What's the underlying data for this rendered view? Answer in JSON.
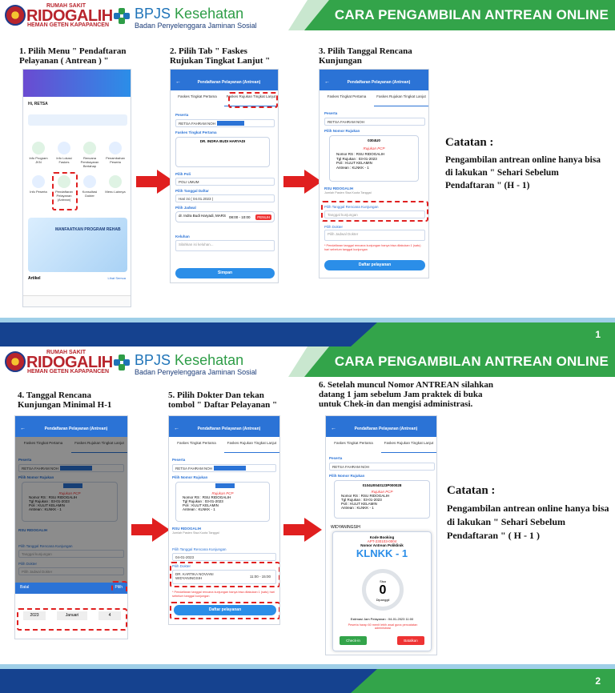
{
  "header": {
    "rs_small": "RUMAH SAKIT",
    "rs_name": "RIDOGALIH",
    "rs_motto": "HEMAN GETEN KAPAPANCEN",
    "bpjs_name_1": "BPJS",
    "bpjs_name_2": "Kesehatan",
    "bpjs_sub": "Badan Penyelenggara Jaminan Sosial",
    "title": "CARA PENGAMBILAN ANTREAN ONLINE"
  },
  "slide1": {
    "page": "1",
    "step1": "1. Pilih Menu \" Pendaftaran Pelayanan ( Antrean ) \"",
    "step2": "2. Pilih Tab \" Faskes Rujukan Tingkat Lanjut \"",
    "step3": "3. Pilih Tanggal Rencana Kunjungan",
    "catatan_title": "Catatan :",
    "catatan_text": "Pengambilan antrean online hanya bisa di lakukan \" Sehari Sebelum Pendaftaran \" (H - 1)"
  },
  "slide2": {
    "page": "2",
    "step4": "4. Tanggal Rencana Kunjungan Minimal H-1",
    "step5": "5. Pilih Dokter Dan tekan tombol \" Daftar Pelayanan \"",
    "step6": "6. Setelah muncul Nomor ANTREAN silahkan datang 1 jam sebelum Jam praktek di buka untuk Chek-in dan mengisi administrasi.",
    "catatan_title": "Catatan :",
    "catatan_text": "Pengambilan antrean online hanya bisa di lakukan \" Sehari Sebelum Pendaftaran \" ( H - 1 )"
  },
  "phone_common": {
    "screen_title": "Pendaftaran Pelayanan (Antrean)",
    "tab_left": "Faskes Tingkat Pertama",
    "tab_right": "Faskes Rujukan Tingkat Lanjut",
    "label_peserta": "Peserta",
    "peserta_value": "RETSA FAHRAM NOH",
    "label_faskes1": "Faskes Tingkat Pertama",
    "doctor_fktp": "DR. INDRA BUDI HARYADI",
    "label_poli": "Pilih Poli",
    "poli_value": "POLI UMUM",
    "label_tgl_daftar": "Pilih Tanggal Daftar",
    "tgl_daftar_value": "Hari ini ( 04.01.2023 )",
    "label_jadwal": "Pilih Jadwal",
    "jadwal_doctor": "dr. Indra Budi Haryadi, MARS",
    "jadwal_time": "08:00 - 10:00",
    "jadwal_badge": "PENUH",
    "label_keluhan": "Keluhan",
    "keluhan_placeholder": "Silahkan isi keluhan...",
    "btn_simpan": "Simpan",
    "label_nomor_rujukan": "Pilih Nomor Rujukan",
    "rujukan_code": "0304U0",
    "rujukan_label": "Rujukan PCP",
    "rujukan_rows": [
      "Nomor RS : RSU RIDOGALIH",
      "Tgl Rujukan : 03-01-2023",
      "Poli : KULIT KELAMIN",
      "Antrean : KLNKK - 1"
    ],
    "label_rsu": "RSU RIDOGALIH",
    "rsu_sub": "Jumlah Pasien    Sisa Kuota    Tanggal",
    "label_tgl_rencana": "Pilih Tanggal Rencana Kunjungan",
    "tgl_rencana_placeholder": "Tanggal kunjungan",
    "tgl_rencana_value": "04-01-2023",
    "label_dokter": "Pilih Dokter",
    "dokter_placeholder": "Pilih Jadwal Dokter",
    "dokter_value": "DR. KARTIKA NOVIANI WIDYANINGSIH",
    "dokter_time": "11:00 - 15:00",
    "note_red": "* Pendaftaran tanggal rencana kunjungan hanya bisa dilakukan 1 (satu) hari sebelum tanggal kunjungan",
    "btn_daftar": "Daftar pelayanan",
    "date_year": "2023",
    "date_month": "Januari",
    "date_day": "4",
    "btn_batal": "Batal",
    "btn_pilih": "Pilih"
  },
  "home_screen": {
    "greeting": "Hi, RETSA",
    "menu": [
      "Info Program JKN",
      "Info Lokasi Faskes",
      "Rencana Pembayaran Bertahap",
      "Penambahan Peserta",
      "Info Peserta",
      "Pendaftaran Pelayanan (Antrean)",
      "Konsultasi Dokter",
      "Menu Lainnya"
    ],
    "banner": "MANFAATKAN PROGRAM REHAB",
    "artikel": "Artikel",
    "lihat_semua": "Lihat Semua"
  },
  "ticket": {
    "kode_label": "Kode Booking",
    "kode_value": "APT-230103-0004",
    "nomor_label": "Nomor Antrean Poliklinik",
    "nomor_value": "KLNKK - 1",
    "sisa_label": "Sisa",
    "sisa_value": "0",
    "dipanggil": "Dipanggil",
    "estimasi": "Estimasi Jam Pelayanan : 04-01-2023 11:00",
    "note": "Peserta harap 60 menit lebih awal guna pencatatan administrasi",
    "btn_checkin": "Check-in",
    "btn_batal": "Batalkan",
    "dokter_short": "WIDYANINGSIH",
    "rujukan_full": "0104U0040123P000028"
  },
  "colors": {
    "green": "#33a44a",
    "navy": "#15428f",
    "blue": "#2b73d6",
    "red": "#e01f1f"
  }
}
